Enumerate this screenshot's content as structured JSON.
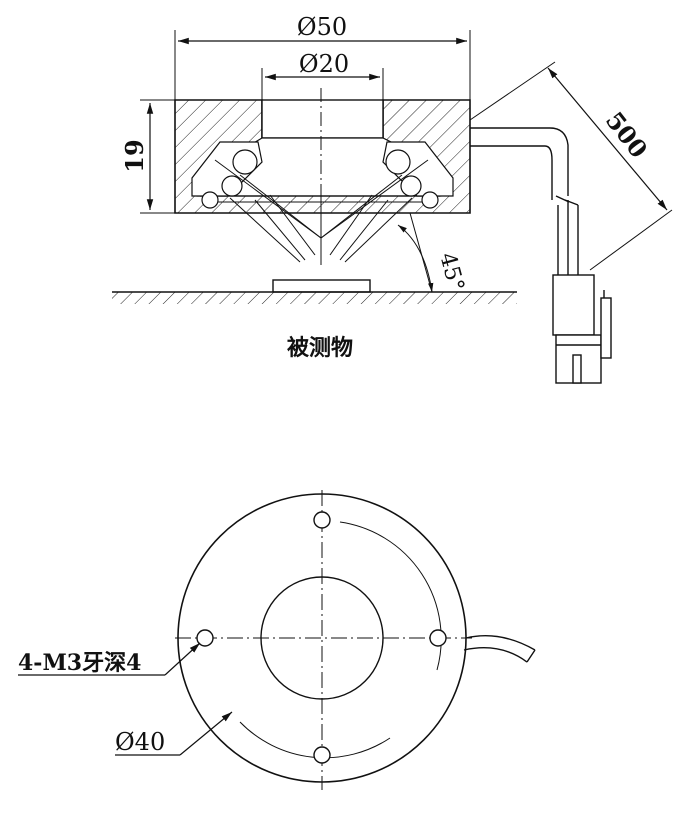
{
  "side_view": {
    "outer_diameter": "Ø50",
    "inner_diameter": "Ø20",
    "height": "19",
    "cable_length": "500",
    "angle": "45°",
    "object_label": "被测物"
  },
  "top_view": {
    "thread_callout": "4-M3牙深4",
    "hole_circle_diameter": "Ø40"
  }
}
